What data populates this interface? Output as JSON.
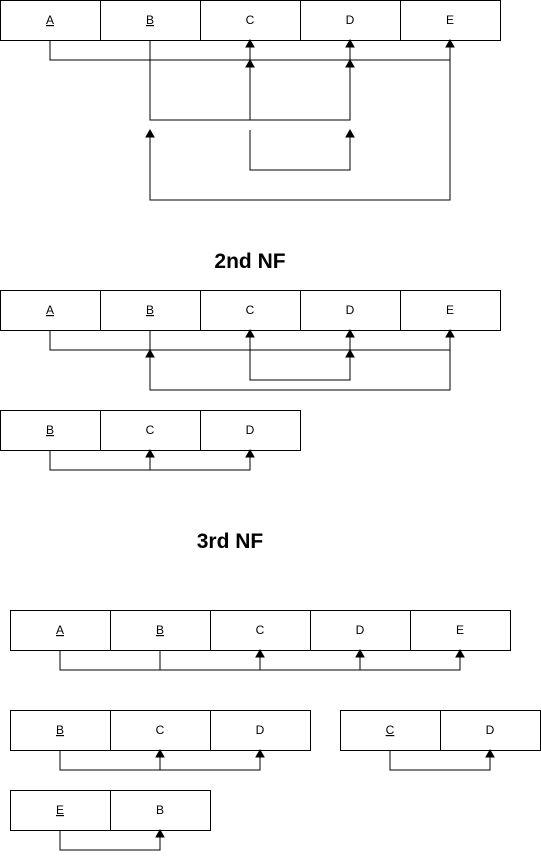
{
  "headings": {
    "second_nf": "2nd NF",
    "third_nf": "3rd NF"
  },
  "tables": {
    "unnormalized": [
      {
        "label": "A",
        "key": true
      },
      {
        "label": "B",
        "key": true
      },
      {
        "label": "C",
        "key": false
      },
      {
        "label": "D",
        "key": false
      },
      {
        "label": "E",
        "key": false
      }
    ],
    "nf2_main": [
      {
        "label": "A",
        "key": true
      },
      {
        "label": "B",
        "key": true
      },
      {
        "label": "C",
        "key": false
      },
      {
        "label": "D",
        "key": false
      },
      {
        "label": "E",
        "key": false
      }
    ],
    "nf2_bcd": [
      {
        "label": "B",
        "key": true
      },
      {
        "label": "C",
        "key": false
      },
      {
        "label": "D",
        "key": false
      }
    ],
    "nf3_main": [
      {
        "label": "A",
        "key": true
      },
      {
        "label": "B",
        "key": true
      },
      {
        "label": "C",
        "key": false
      },
      {
        "label": "D",
        "key": false
      },
      {
        "label": "E",
        "key": false
      }
    ],
    "nf3_bcd": [
      {
        "label": "B",
        "key": true
      },
      {
        "label": "C",
        "key": false
      },
      {
        "label": "D",
        "key": false
      }
    ],
    "nf3_cd": [
      {
        "label": "C",
        "key": true
      },
      {
        "label": "D",
        "key": false
      }
    ],
    "nf3_eb": [
      {
        "label": "E",
        "key": true
      },
      {
        "label": "B",
        "key": false
      }
    ]
  },
  "colors": {
    "line": "#000000",
    "background": "#ffffff"
  }
}
